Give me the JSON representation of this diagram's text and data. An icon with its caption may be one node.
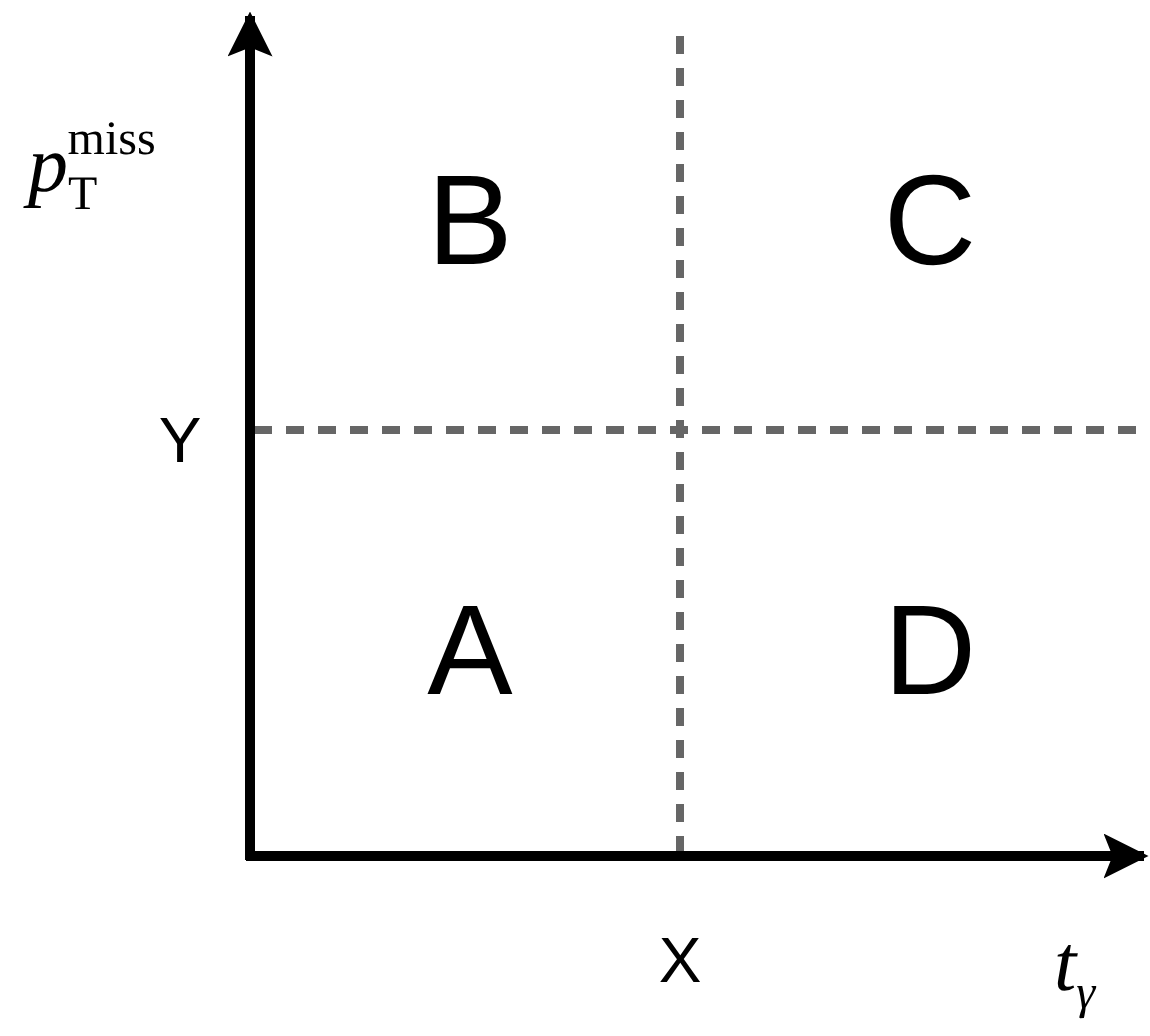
{
  "diagram": {
    "labels": [
      "*p*$_{T}$$^{miss}$",
      "B",
      "C",
      "Y",
      "A",
      "D",
      "X",
      "t$_{γ}$"
    ]
  }
}
